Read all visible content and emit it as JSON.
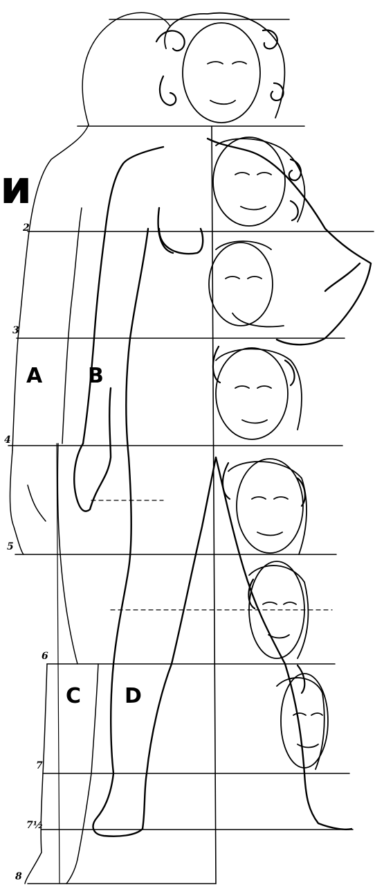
{
  "title_fragment": "и",
  "head_unit_marks": [
    "2",
    "3",
    "4",
    "5",
    "6",
    "7",
    "7½",
    "8"
  ],
  "region_labels": [
    "A",
    "B",
    "C",
    "D"
  ],
  "colors": {
    "ink": "#000000",
    "paper": "#ffffff"
  }
}
